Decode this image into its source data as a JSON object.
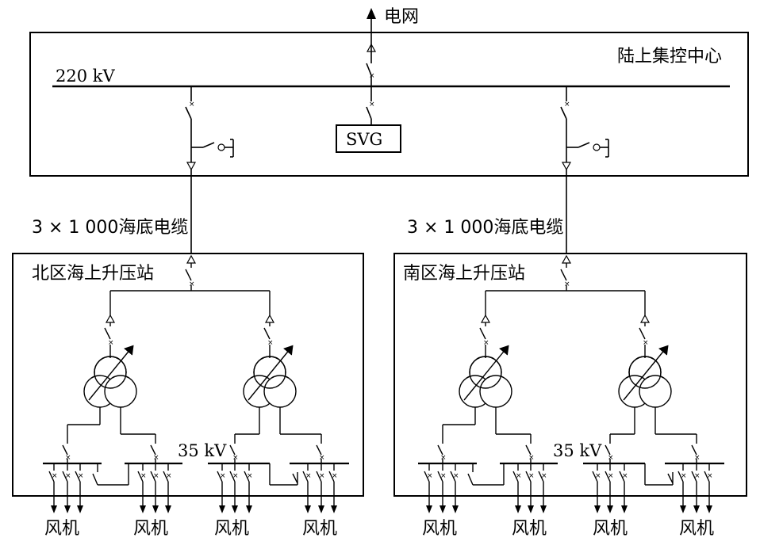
{
  "grid_label": "电网",
  "onshore": {
    "title": "陆上集控中心",
    "bus_label": "220 kV",
    "svg_label": "SVG"
  },
  "cable_label_left": "3 × 1 000海底电缆",
  "cable_label_right": "3 × 1 000海底电缆",
  "north_station": {
    "title": "北区海上升压站",
    "bus_label": "35 kV",
    "turbine_labels": [
      "风机",
      "风机",
      "风机",
      "风机"
    ]
  },
  "south_station": {
    "title": "南区海上升压站",
    "bus_label": "35 kV",
    "turbine_labels": [
      "风机",
      "风机",
      "风机",
      "风机"
    ]
  }
}
